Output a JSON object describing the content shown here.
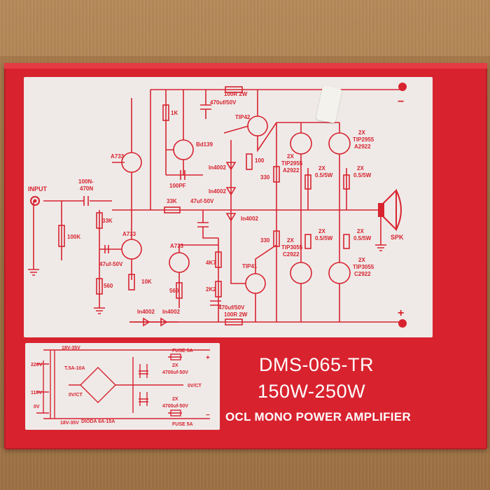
{
  "box": {
    "model": "DMS-065-TR",
    "power_range": "150W-250W",
    "description": "OCL MONO POWER AMPLIFIER"
  },
  "schematic": {
    "input_label": "INPUT",
    "speaker_label": "SPK",
    "terminal_negative": "−",
    "terminal_positive": "+",
    "labels": {
      "r100r_top": "100R 2W",
      "c470_top": "470uf/50V",
      "r1k": "1K",
      "tip42": "TIP42",
      "bd139": "Bd139",
      "a733_top": "A733",
      "c100n": "100N-",
      "c470n": "470N",
      "r100k": "100K",
      "r33k_a": "33K",
      "r33k_b": "33K",
      "c47uf": "47uf-50V",
      "in4002_a": "In4002",
      "in4002_b": "In4002",
      "in4002_c": "In4002",
      "in4002_d": "In4002",
      "in4002_e": "In4002",
      "r100": "100",
      "c100pf": "100PF",
      "a733_mid": "A733",
      "a733_right": "A733",
      "c47uf50v": "47uf-50V",
      "r560_a": "560",
      "r560_b": "560",
      "r10k": "10K",
      "r4k7": "4K7",
      "r2k2": "2K2",
      "tip41": "TIP41",
      "c470_bot": "470uf/50V",
      "r100r_bot": "100R 2W",
      "r330_a": "330",
      "r330_b": "330",
      "q_tip2955_a": "2X",
      "q_tip2955_a2": "TIP2955",
      "q_tip2955_a3": "A2922",
      "q_tip2955_b": "2X",
      "q_tip2955_b2": "TIP2955",
      "q_tip2955_b3": "A2922",
      "r05_a": "2X",
      "r05_a2": "0.5/5W",
      "r05_b": "2X",
      "r05_b2": "0.5/5W",
      "r05_c": "2X",
      "r05_c2": "0.5/5W",
      "r05_d": "2X",
      "r05_d2": "0.5/5W",
      "q_tip3055_a": "2X",
      "q_tip3055_a2": "TIP3055",
      "q_tip3055_a3": "C2922",
      "q_tip3055_b": "2X",
      "q_tip3055_b2": "TIP3055",
      "q_tip3055_b3": "C2922"
    }
  },
  "psu": {
    "v18_top": "18V-35V",
    "v18_bot": "18V-35V",
    "v220": "220V",
    "v110": "110V",
    "v0": "0V",
    "t_rating": "T.5A-10A",
    "ct": "0V/CT",
    "fuse_top": "FUSE 5A",
    "fuse_bot": "FUSE 5A",
    "cap_top_a": "2X",
    "cap_top_b": "4700uf-50V",
    "cap_bot_a": "2X",
    "cap_bot_b": "4700uf-50V",
    "out_ct": "0V/CT",
    "diode": "DIODA 6A-15A",
    "plus": "+",
    "minus": "−"
  },
  "colors": {
    "box_red": "#d8232f",
    "panel": "#efeae8",
    "cardboard": "#a77b4c"
  }
}
